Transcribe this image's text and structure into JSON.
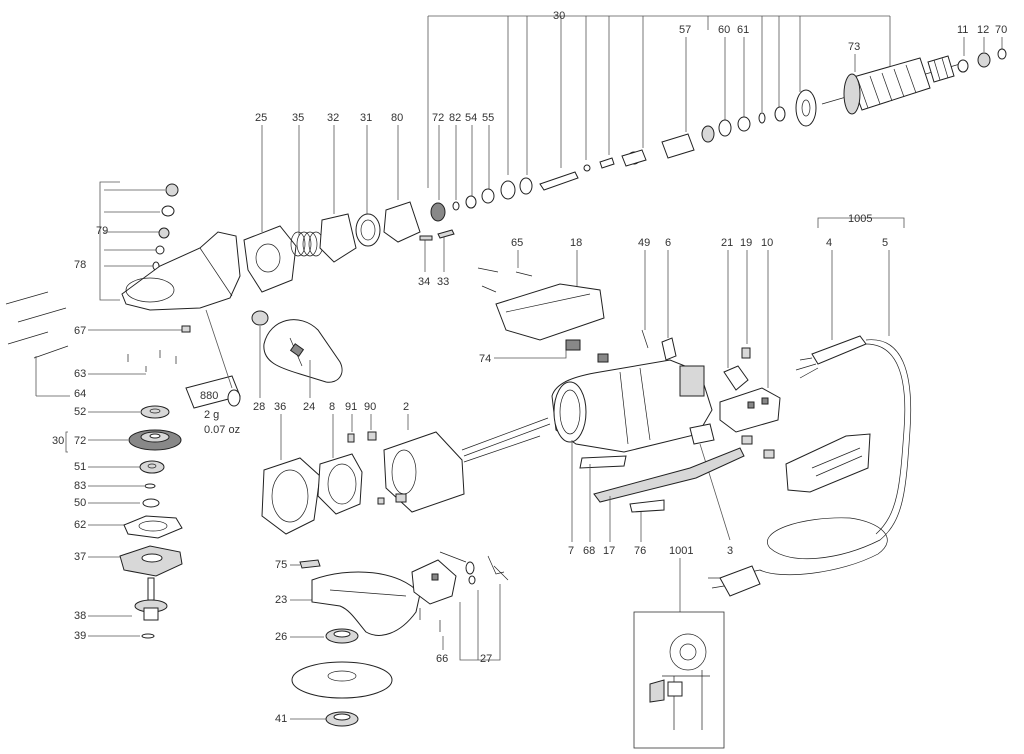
{
  "labels": {
    "l30_top": "30",
    "l57": "57",
    "l60": "60",
    "l61": "61",
    "l73": "73",
    "l11": "11",
    "l12": "12",
    "l70": "70",
    "l25": "25",
    "l35": "35",
    "l32": "32",
    "l31": "31",
    "l80": "80",
    "l72_top": "72",
    "l82": "82",
    "l54": "54",
    "l55": "55",
    "l34": "34",
    "l33": "33",
    "l65": "65",
    "l18": "18",
    "l49": "49",
    "l6": "6",
    "l21": "21",
    "l19": "19",
    "l10": "10",
    "l1005": "1005",
    "l4": "4",
    "l5": "5",
    "l78": "78",
    "l79": "79",
    "l67": "67",
    "l63": "63",
    "l64": "64",
    "l52": "52",
    "l30_left": "30",
    "l72_left": "72",
    "l51": "51",
    "l83": "83",
    "l50": "50",
    "l62": "62",
    "l37": "37",
    "l38": "38",
    "l39": "39",
    "l74": "74",
    "l880": "880",
    "l28": "28",
    "l36": "36",
    "l24": "24",
    "l8": "8",
    "l91": "91",
    "l90": "90",
    "l2": "2",
    "l7": "7",
    "l68": "68",
    "l17": "17",
    "l76": "76",
    "l3": "3",
    "l1001": "1001",
    "l75": "75",
    "l23": "23",
    "l26": "26",
    "l41": "41",
    "l66": "66",
    "l27": "27"
  },
  "grease_note": {
    "line1": "2 g",
    "line2": "0.07 oz"
  }
}
